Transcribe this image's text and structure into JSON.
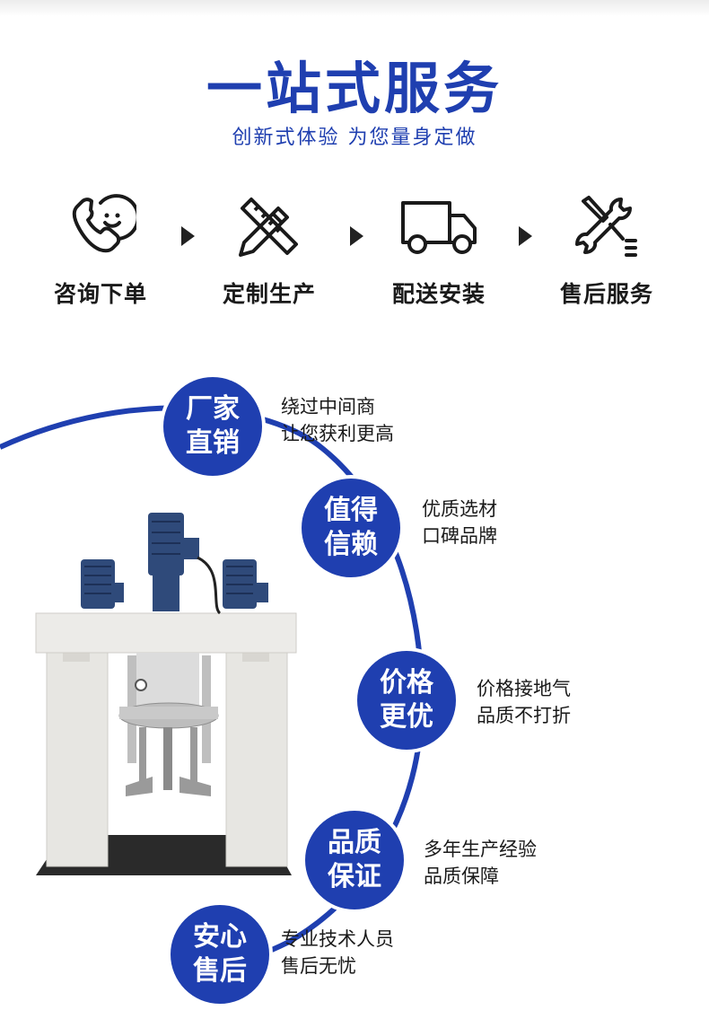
{
  "header": {
    "title": "一站式服务",
    "subtitle": "创新式体验 为您量身定做"
  },
  "steps": [
    {
      "label": "咨询下单",
      "icon": "phone-smile-icon"
    },
    {
      "label": "定制生产",
      "icon": "pencil-ruler-icon"
    },
    {
      "label": "配送安装",
      "icon": "truck-icon"
    },
    {
      "label": "售后服务",
      "icon": "wrench-screwdriver-icon"
    }
  ],
  "features": [
    {
      "badge_line1": "厂家",
      "badge_line2": "直销",
      "desc_line1": "绕过中间商",
      "desc_line2": "让您获利更高"
    },
    {
      "badge_line1": "值得",
      "badge_line2": "信赖",
      "desc_line1": "优质选材",
      "desc_line2": "口碑品牌"
    },
    {
      "badge_line1": "价格",
      "badge_line2": "更优",
      "desc_line1": "价格接地气",
      "desc_line2": "品质不打折"
    },
    {
      "badge_line1": "品质",
      "badge_line2": "保证",
      "desc_line1": "多年生产经验",
      "desc_line2": "品质保障"
    },
    {
      "badge_line1": "安心",
      "badge_line2": "售后",
      "desc_line1": "专业技术人员",
      "desc_line2": "售后无忧"
    }
  ],
  "colors": {
    "brand_blue": "#1f3fb0",
    "text_dark": "#1a1a1a"
  }
}
